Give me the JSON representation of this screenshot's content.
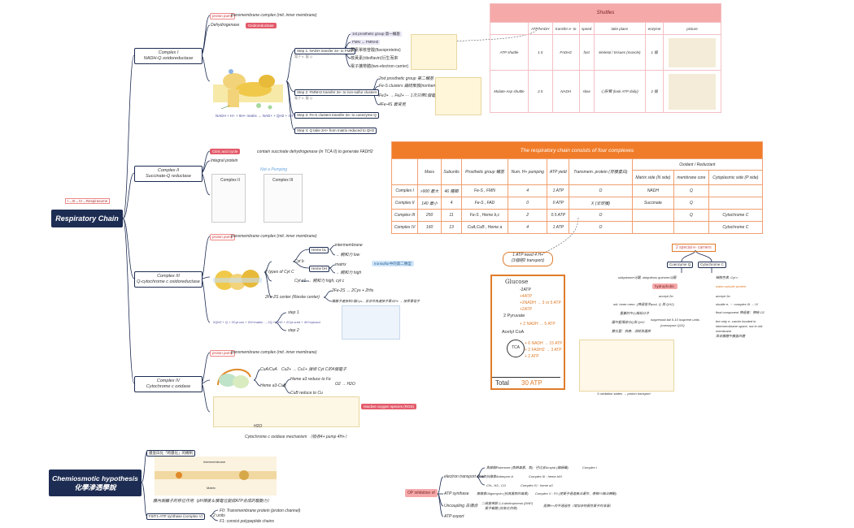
{
  "root": {
    "title": "Respiratory Chain",
    "side_label": "I→III→IV→Respirasome"
  },
  "root2": {
    "line1": "Chemiosmotic hypothesis",
    "line2": "化學滲透學說"
  },
  "complex1": {
    "title1": "Complex I",
    "title2": "NADH-Q oxidoreductase",
    "proton_pump": "proton pump",
    "transmembrane": "transmembrane complex (mit. inner membrane)",
    "dehydrogenase": "Dehydrogenase",
    "oxidoreductase": "Oxidoreductase",
    "step1": "Step 1: NADH transfer 2e- to FMN",
    "step2": "Step 2: FMNH2 transfer 2e- to iron-sulfur clusters",
    "step3": "Step 3: Fe-S clusters transfer 2e- to coenzyme Q",
    "step4": "Step 4: Q take 2H+ from matrix reduced to QH2",
    "b1": "1st prosthetic group 第一輔基",
    "b2": "FMN → FMNH2",
    "b3": "黃素單核苷酸(flavoproteins)",
    "b4": "核黃素(riboflavin)衍生而來",
    "b5": "電子攜帶體(two-electron carrier)",
    "c1": "2nd prosthetic group 第二輔基",
    "c2": "Fe-S clusters 鐵硫聚簇(nonheme iron proteins)",
    "c3": "Fe3+ → Fe2+ ··· 1次只帶1個電子，不需要H+",
    "c4": "4Fe-4S 最常見",
    "sub": "NADH + H+ + 5H+ matrix → NAD+ + QH2 + 4H+ cytosol",
    "note": "電子 e-  醌 Q"
  },
  "complex2": {
    "title1": "Complex II",
    "title2": "Succinate-Q reductase",
    "citric": "Citric acid cycle",
    "contain": "contain succinate dehydrogenase (in TCA II) to generate FADH2",
    "integral": "Integral protein",
    "note": "Not a Pumping",
    "card1": "Complex II",
    "card2": "Complex III"
  },
  "complex3": {
    "title1": "Complex III",
    "title2": "Q-cytochrome c oxidoreductase",
    "proton_pump": "proton pump",
    "transmembrane": "transmembrane complex (mit. inner membrane)",
    "types": "2 types of Cyt C",
    "cyt_b": "Cyt b",
    "cyt_c1": "Cyt c1",
    "heme_bl": "Heme bL",
    "heme_bh": "Heme bH",
    "intermembrane": "intermembrane",
    "low": "→ 親和力 low",
    "matrix": "matrix",
    "high": "→ 親和力 high",
    "cyt_c1_note": "→ 親和力 high, cyt c",
    "rieske": "2Fe-2S center (Rieske center)",
    "r1": "2Fe-2S ↔ 2Cys + 2His",
    "r2": "鐵離子連接到2個Cys，並非作為連接子單元Fe → 接受單電子",
    "ironsulfur": "Ironsulfur中的第二類型",
    "qcycle": "2QH2 + Q + 2Cyt cox + 2H+matrix → 2Q + QH2 + 2Cyt cred + 4H+cytosol",
    "step1": "step 1",
    "step2": "step 2"
  },
  "complex4": {
    "title1": "Complex IV",
    "title2": "Cytochrome c oxidase",
    "proton_pump": "proton pump",
    "transmembrane": "transmembrane complex (mit. inner membrane)",
    "cua": "CuA/CuA",
    "cua_note": "Cu2+ → Cu1+ 接收 Cyt C的4個電子",
    "heme": "Heme a3-CuB",
    "heme1": "Heme a3 reduce to Fe",
    "heme2": "CuB reduce to Cu",
    "product": "O2 → H2O",
    "ros": "reactive oxygen species (ROS)",
    "mech": "Cytochrome c oxidase mechanism （吸收4+ pump 4H+）",
    "h2o": "H2O"
  },
  "chemi": {
    "heading": "膜蛋白化「跨膜化」的機制",
    "cap": "膜內側離子的移位作用（pH梯度＆膜電位變成ATP合成的驅動力）",
    "f0f1": "F0/F1-ATP synthase (complex V)",
    "units": "2 units",
    "f0": "F0: Transmembrane protein (proton channel)",
    "f1": "F1: consist polypeptide chains",
    "intermembrane": "Intermembrane",
    "matrix": "Matrix"
  },
  "shuttles": {
    "title": "Shuttles",
    "headers": [
      "",
      "ATP/NADH",
      "transfer e- to",
      "speed",
      "take place",
      "enzyme",
      "picture"
    ],
    "rows": [
      [
        "ATP shuttle",
        "1.5",
        "FADH2",
        "fast",
        "skeletal / tissues (muscle)",
        "1 個",
        ""
      ],
      [
        "Malate-Asp shuttle",
        "2.5",
        "NADH",
        "slow",
        "心肝腎 (look ATP daily)",
        "2 個",
        ""
      ]
    ]
  },
  "complexes": {
    "title": "The respiratory chain consists of four complexes",
    "headers": [
      "",
      "Mass",
      "Subunits",
      "Prosthetic group 輔基",
      "Num. H+ pumping",
      "ATP yield",
      "Transmem. protein (穿膜蛋白)",
      "Matrix side (N side)",
      "membrane core",
      "Cytoplasmic side (P side)"
    ],
    "group_header": "Oxidant / Reductant",
    "rows": [
      [
        "Complex I",
        ">900 最大",
        "46 種類",
        "Fe-S , FMN",
        "4",
        "1 ATP",
        "O",
        "NADH",
        "Q",
        ""
      ],
      [
        "Complex II",
        "140 最小",
        "4",
        "Fe-S , FAD",
        "0",
        "0 ATP",
        "X (非穿膜)",
        "Succinate",
        "Q",
        ""
      ],
      [
        "Complex III",
        "250",
        "11",
        "Fe-S , Heme b,c",
        "2",
        "0.5 ATP",
        "O",
        "",
        "Q",
        "Cytochrome C"
      ],
      [
        "Complex IV",
        "160",
        "13",
        "CuA,CuB , Heme a",
        "4",
        "1 ATP",
        "O",
        "",
        "",
        "Cytochrome C"
      ]
    ]
  },
  "atp": {
    "need": "1 ATP need 4 H+",
    "need2": "(3個經2 transport)",
    "glucose": "Glucose",
    "atp_lines": [
      "-2ATP",
      "+4ATP",
      "+2ATP",
      "+2NADH → 3 or 5 ATP",
      "+ 2 NADH → 5 ATP",
      "+ 6 NADH → 15 ATP",
      "+ 2 FADH2 → 3 ATP",
      "+ 2 ATP"
    ],
    "pyruvate": "2 Pyruvate",
    "acetyl": "Acetyl CoA",
    "tca": "TCA",
    "total": "Total",
    "total_val": "30 ATP"
  },
  "carriers": {
    "title": "2 special e- carriers",
    "q": "Coenzyme Q",
    "c": "Cytochrome C",
    "q_items": [
      "ubiquinone泛醌, ubiquitous quinone泛醌",
      "hydrophobic",
      "accept 2e-",
      "mit. inner mem. (傳遞電子pool, Q 與 QH2)",
      "重要的中心樞紐分子",
      "圖中藍環部分Q與 QH2",
      "雙位置：供應、消耗與還原",
      "isoprenoid tail 5-10 isoprene units",
      "(coenzyme Q10)"
    ],
    "c_items": [
      "細胞色素, Cyt c",
      "water-soluble protein",
      "accept 1e-",
      "shuttle e- ··· complex III → IV",
      "final component 傳遞者：傳給 O2",
      "the only e- carrier located in intermembrane space, not in mit. membrane",
      "與非膜體中膜蛋白體"
    ],
    "cap": "3 oxidation states → proton transport"
  },
  "inhib": {
    "title": "OP inhibition of",
    "eta": "electron transport chain",
    "eta_items": [
      "魚藤酮Rotenone (魚類毒素、魚) · 巴比妥Amytal (鎮靜藥)",
      "抗黴素Antimycin A",
      "CN-, N3-, CO",
      "Complex I",
      "Complex III : heme b/H",
      "Complex IV : heme a3"
    ],
    "atp_syn": "ATP synthase",
    "atp_syn_items": [
      "寡黴素Oligomycin (抗真菌劑的毒素)",
      "Complex V : F0 (使質子通道無法運作，導致F0無法轉動)"
    ],
    "uncoupling": "Uncoupling 去偶合",
    "unc_items": [
      "二硝基苯酚 2,4-dinitrophenol (DNP)",
      "質子載體 (抗氧化作用)",
      "提高H+的不通過性（增加非特異性質子的滲漏）"
    ],
    "atp_export": "ATP export"
  }
}
